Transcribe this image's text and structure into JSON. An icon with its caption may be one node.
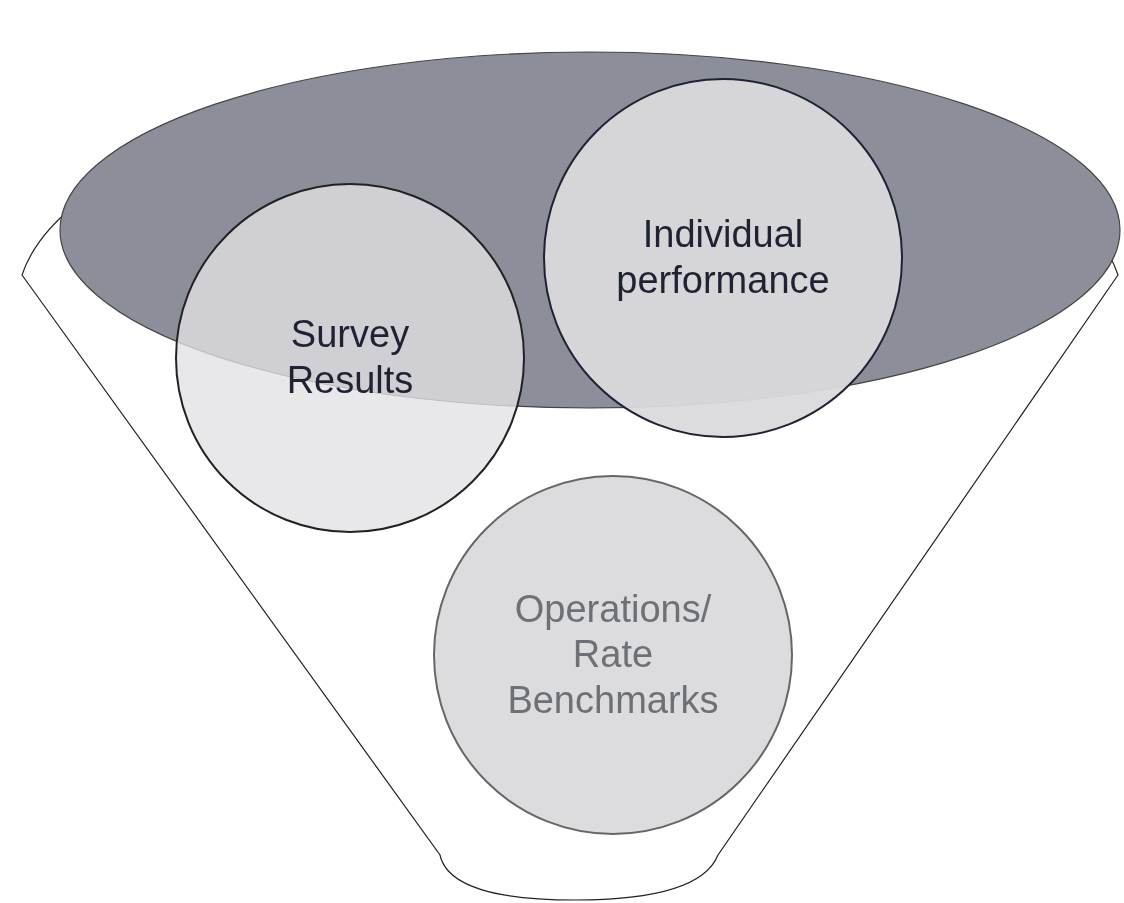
{
  "diagram": {
    "nodes": [
      {
        "text": [
          "Survey Results"
        ]
      },
      {
        "text": [
          "Individual performance"
        ]
      },
      {
        "text": [
          "Operations/ Rate Benchmarks"
        ]
      }
    ]
  }
}
